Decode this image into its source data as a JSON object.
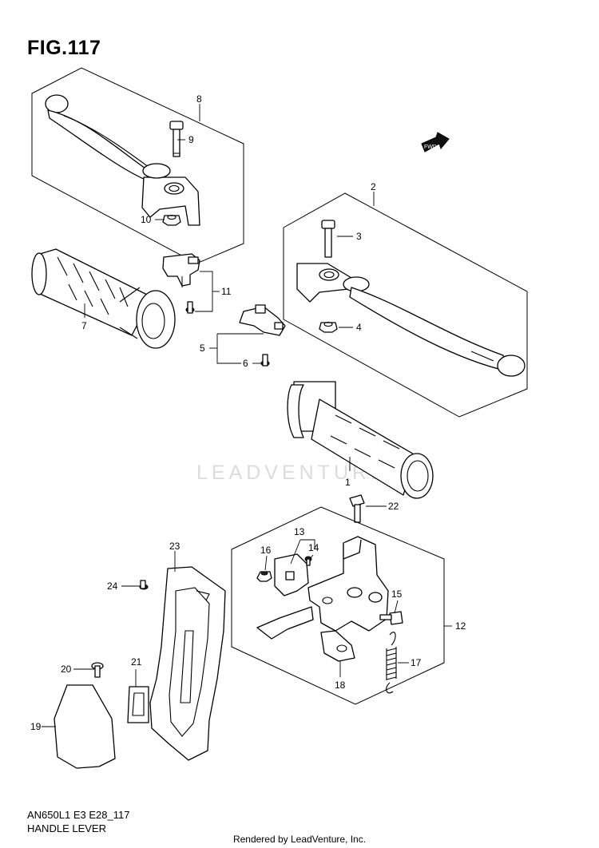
{
  "figure": {
    "title": "FIG.117",
    "model_code": "AN650L1 E3 E28_117",
    "group_name": "HANDLE LEVER",
    "watermark": "LEADVENTURE",
    "footer": "Rendered by LeadVenture, Inc.",
    "fwd_label": "FWD"
  },
  "callouts": [
    "1",
    "2",
    "3",
    "4",
    "5",
    "6",
    "7",
    "8",
    "9",
    "10",
    "11",
    "12",
    "13",
    "14",
    "15",
    "16",
    "17",
    "18",
    "19",
    "20",
    "21",
    "22",
    "23",
    "24"
  ]
}
